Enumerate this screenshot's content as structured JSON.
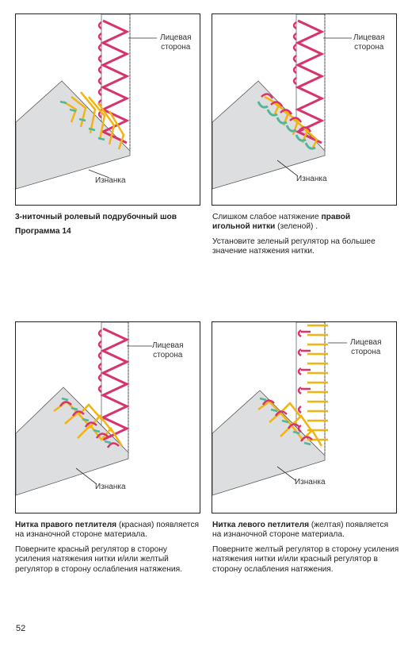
{
  "panels": [
    {
      "id": "p1",
      "label_face": [
        "Лицевая",
        "сторона"
      ],
      "label_back": "Изнанка"
    },
    {
      "id": "p2",
      "label_face": [
        "Лицевая",
        "сторона"
      ],
      "label_back": "Изнанка"
    },
    {
      "id": "p3",
      "label_face": [
        "Лицевая",
        "сторона"
      ],
      "label_back": "Изнанка"
    },
    {
      "id": "p4",
      "label_face": [
        "Лицевая",
        "сторона"
      ],
      "label_back": "Изнанка"
    }
  ],
  "captions": {
    "c1": {
      "title": "3-ниточный ролевый подрубочный шов",
      "subtitle": "Программа 14"
    },
    "c2": {
      "line1_pre": "Слишком слабое натяжение ",
      "line1_bold": "правой",
      "line2_bold": "игольной нитки",
      "line2_post": " (зеленой) .",
      "para2": "Установите зеленый регулятор на большее значение  натяжения нитки."
    },
    "c3": {
      "bold": "Нитка правого петлителя",
      "post": " (красная) появляется на изнаночной стороне материала.",
      "para2": "Поверните красный регулятор в сторону усиления натяжения нитки и/или желтый регулятор в сторону ослабления натяжения."
    },
    "c4": {
      "bold": "Нитка левого петлителя",
      "post": " (желтая) появляется на изнаночной стороне материала.",
      "para2": "Поверните желтый регулятор в сторону усиления натяжения нитки и/или красный регулятор в сторону ослабления натяжения."
    }
  },
  "page_number": "52",
  "colors": {
    "red": "#d8336f",
    "yellow": "#f2b313",
    "green": "#4fb89a",
    "fabric": "#dcdedf"
  }
}
